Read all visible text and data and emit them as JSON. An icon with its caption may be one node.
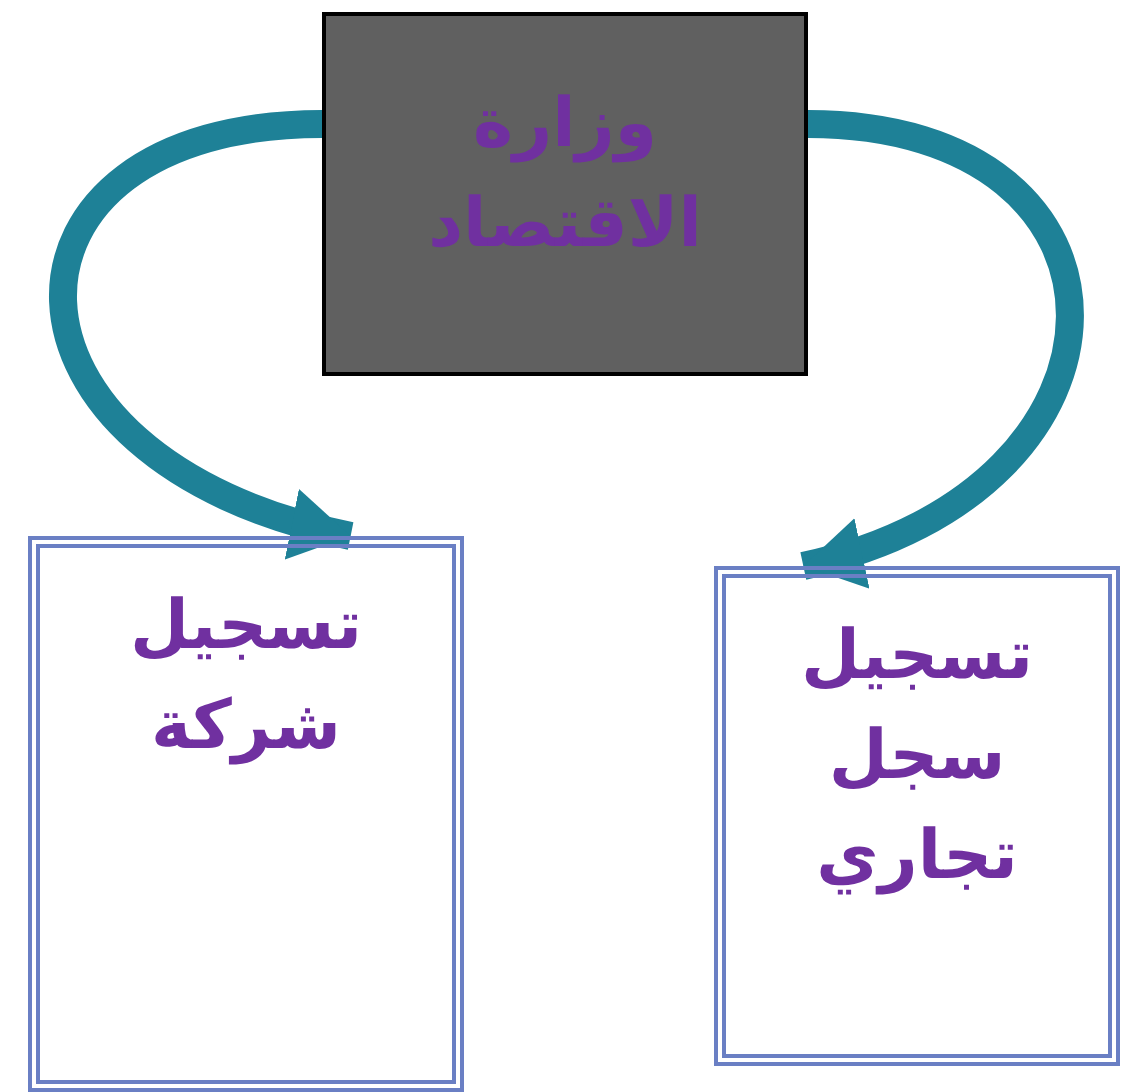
{
  "diagram": {
    "nodes": [
      {
        "text": [
          "وزارة الاقتصاد"
        ]
      },
      {
        "text": [
          "تسجيل شركة"
        ]
      },
      {
        "text": [
          "تسجيل سجل تجاري"
        ]
      }
    ],
    "edges": [
      {
        "from": 0,
        "to": 1,
        "arrow": "to"
      },
      {
        "from": 0,
        "to": 2,
        "arrow": "to"
      }
    ]
  }
}
